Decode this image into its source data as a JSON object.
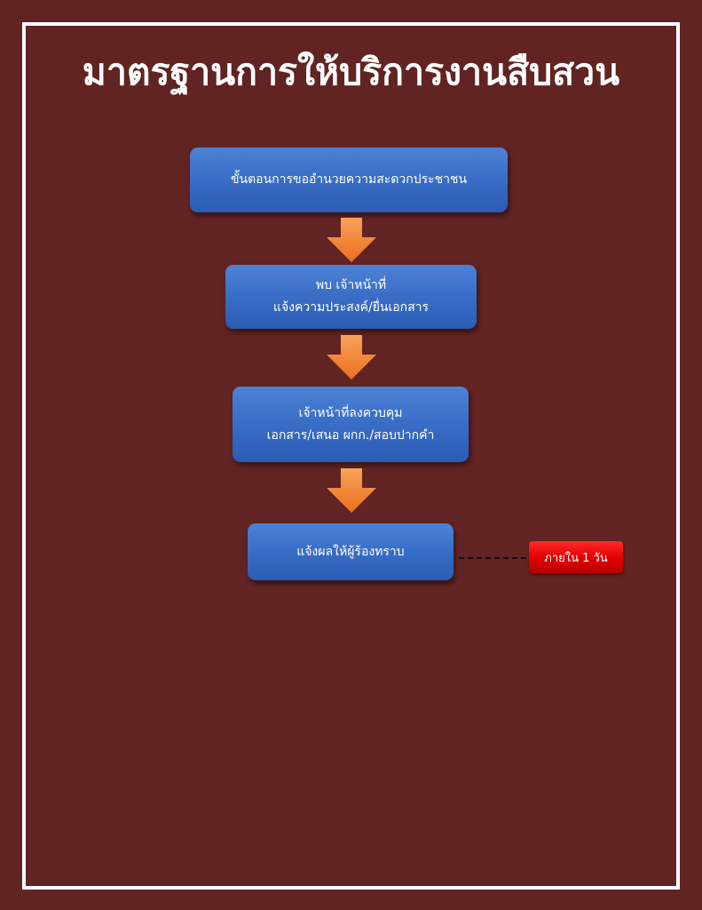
{
  "title": "มาตรฐานการให้บริการงานสืบสวน",
  "steps": [
    {
      "lines": [
        "ขั้นตอนการขออำนวยความสะดวกประชาชน"
      ]
    },
    {
      "lines": [
        "พบ เจ้าหน้าที่",
        "แจ้งความประสงค์/ยื่นเอกสาร"
      ]
    },
    {
      "lines": [
        "เจ้าหน้าที่ลงควบคุม",
        "เอกสาร/เสนอ ผกก./สอบปากคำ"
      ]
    },
    {
      "lines": [
        "แจ้งผลให้ผู้ร้องทราบ"
      ]
    }
  ],
  "timeframe_label": "ภายใน 1 วัน",
  "colors": {
    "background": "#622323",
    "frame": "#ffffff",
    "box": "#3a6fc8",
    "arrow": "#f0782a",
    "badge": "#e40000"
  }
}
